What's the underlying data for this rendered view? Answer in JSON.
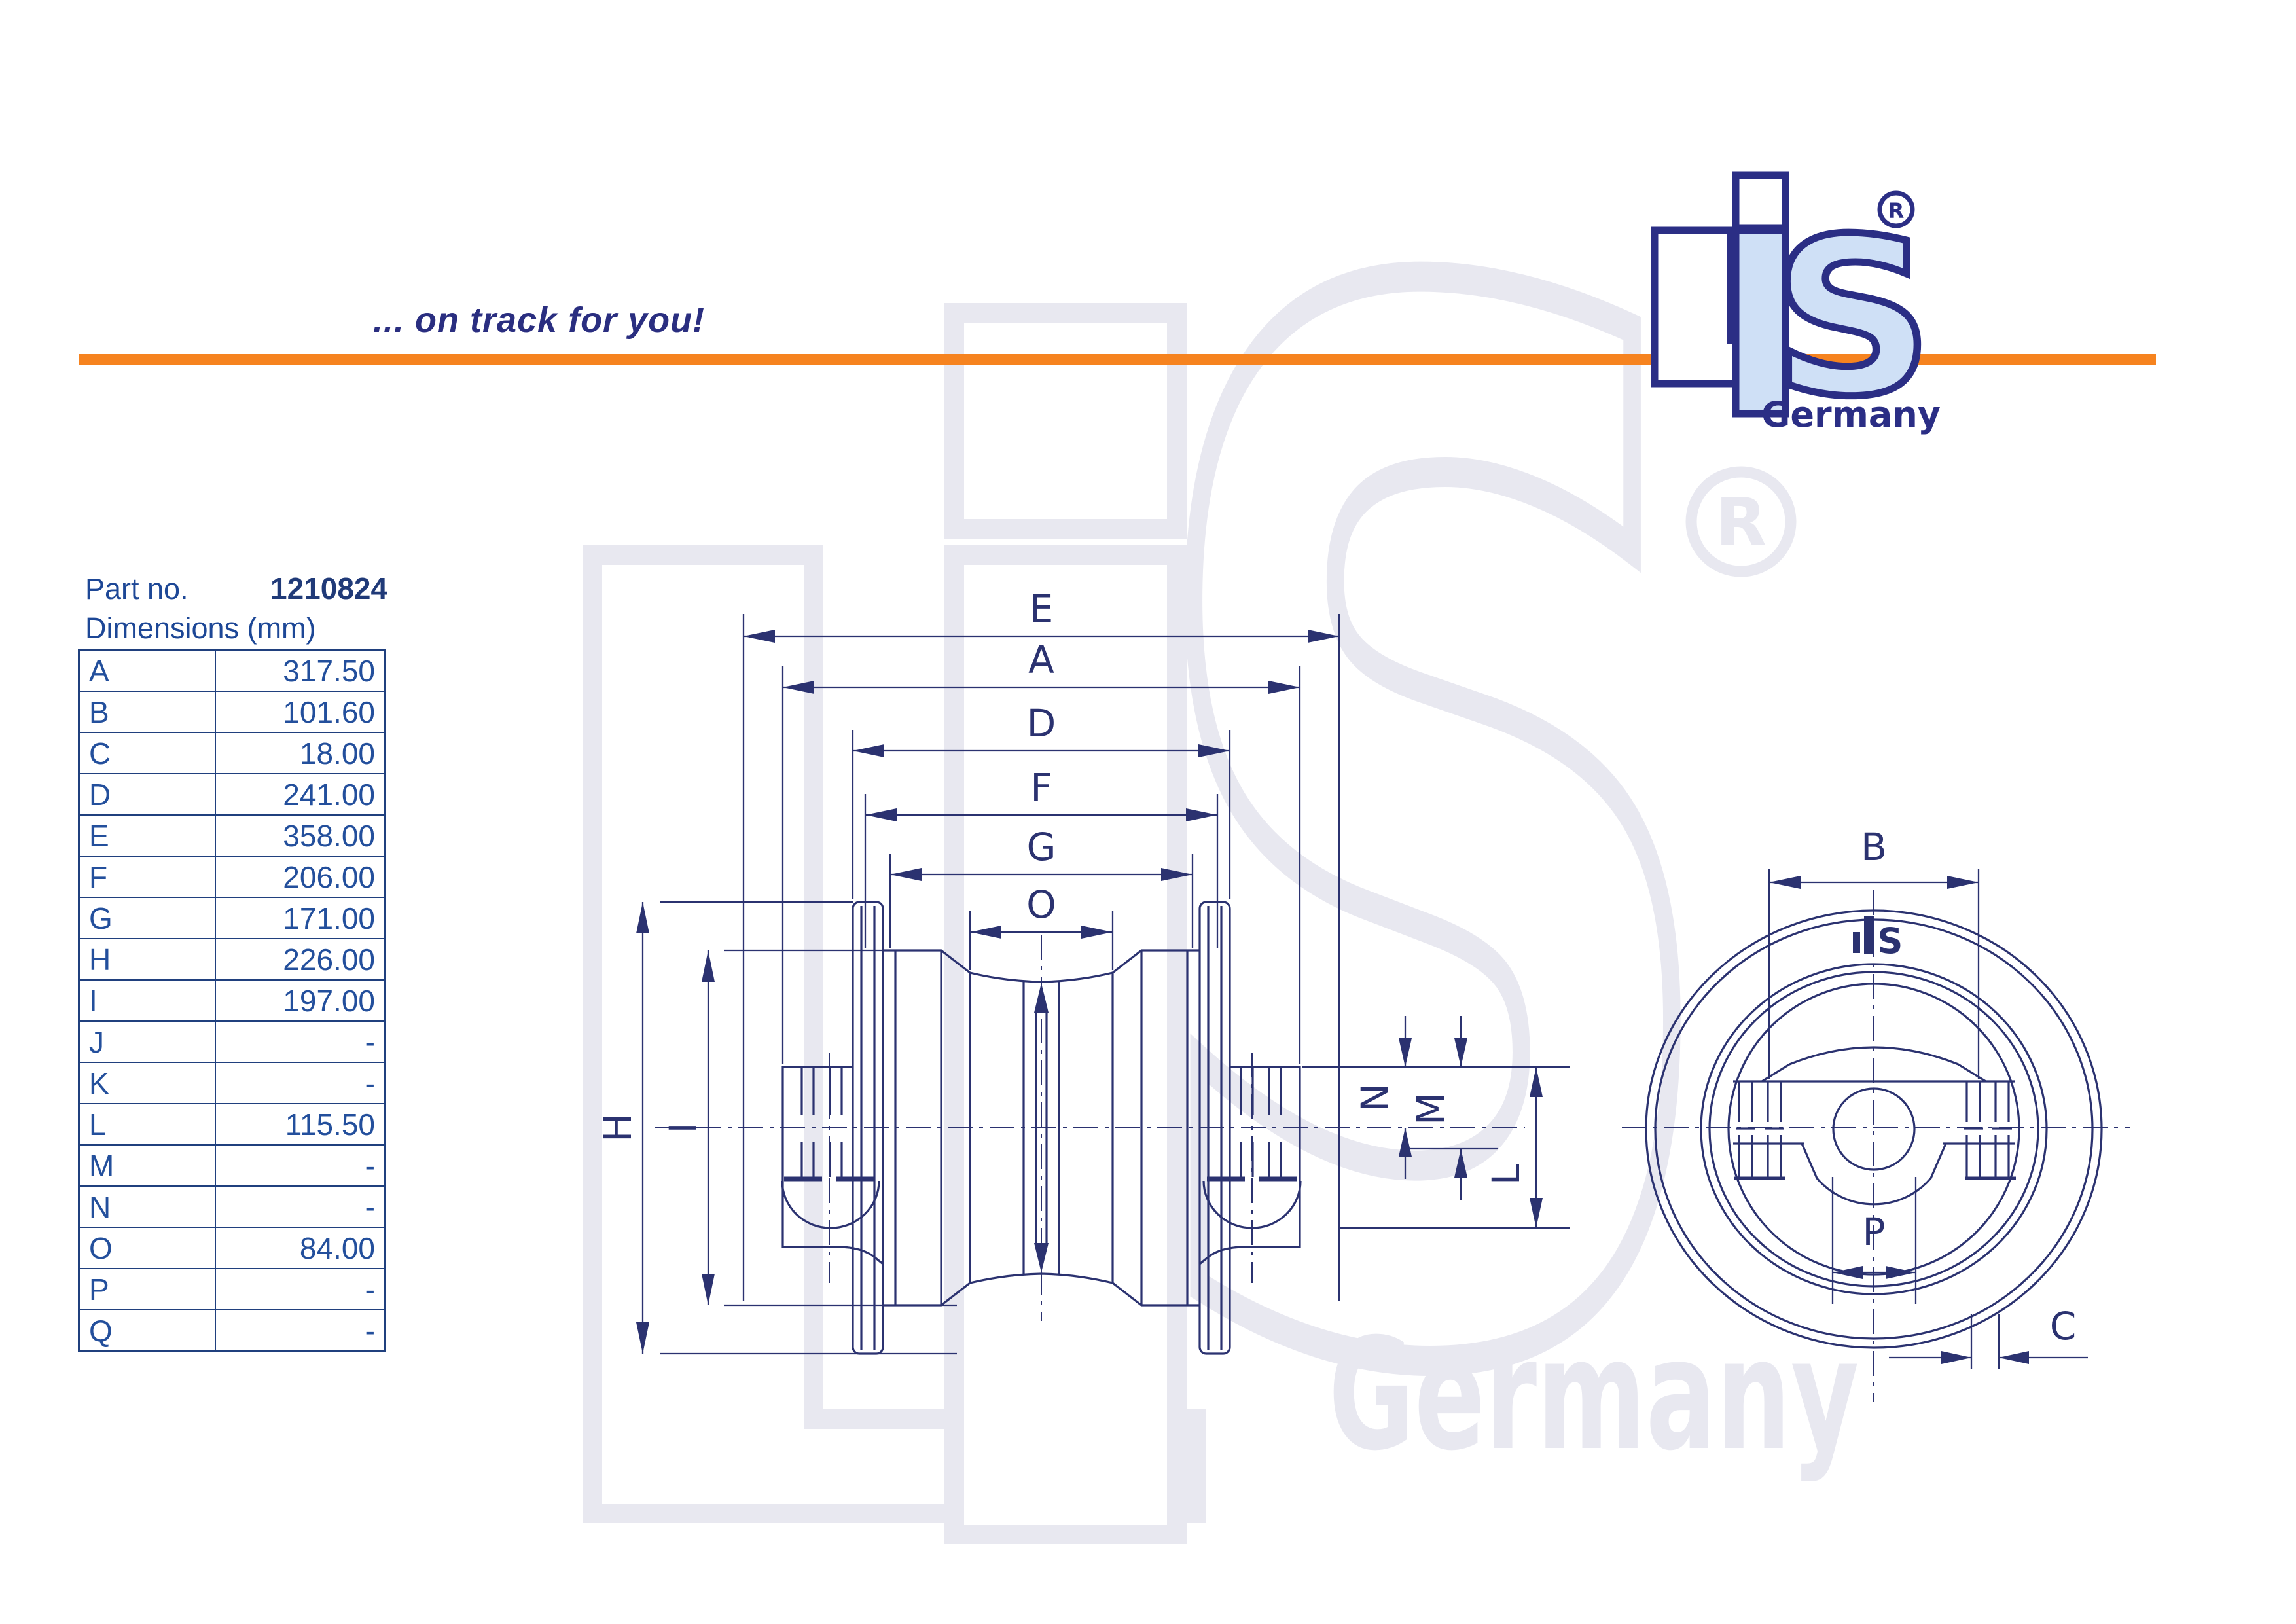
{
  "slogan": "... on track for you!",
  "part": {
    "label": "Part no.",
    "number": "1210824"
  },
  "dimensions": {
    "label": "Dimensions (mm)",
    "rows": [
      {
        "key": "A",
        "value": "317.50"
      },
      {
        "key": "B",
        "value": "101.60"
      },
      {
        "key": "C",
        "value": "18.00"
      },
      {
        "key": "D",
        "value": "241.00"
      },
      {
        "key": "E",
        "value": "358.00"
      },
      {
        "key": "F",
        "value": "206.00"
      },
      {
        "key": "G",
        "value": "171.00"
      },
      {
        "key": "H",
        "value": "226.00"
      },
      {
        "key": "I",
        "value": "197.00"
      },
      {
        "key": "J",
        "value": "-"
      },
      {
        "key": "K",
        "value": "-"
      },
      {
        "key": "L",
        "value": "115.50"
      },
      {
        "key": "M",
        "value": "-"
      },
      {
        "key": "N",
        "value": "-"
      },
      {
        "key": "O",
        "value": "84.00"
      },
      {
        "key": "P",
        "value": "-"
      },
      {
        "key": "Q",
        "value": "-"
      }
    ]
  },
  "drawing": {
    "side_view_labels": {
      "e": "E",
      "a": "A",
      "d": "D",
      "f": "F",
      "g": "G",
      "o": "O",
      "h": "H",
      "i": "I",
      "n": "N",
      "m": "M",
      "l": "L"
    },
    "front_view_labels": {
      "b": "B",
      "p": "P",
      "c": "C"
    },
    "mini_logo_s": "S"
  },
  "logo": {
    "s": "S",
    "germany": "Germany",
    "registered": "R"
  },
  "watermark": {
    "s": "S",
    "germany": "Germany",
    "registered": "R"
  },
  "colors": {
    "line_navy": "#2b3270",
    "logo_navy": "#2b2e85",
    "logo_light_blue": "#cfe0f6",
    "orange": "#f6831f",
    "table_blue": "#234f9c",
    "table_border": "#20407e",
    "watermark_gray": "#e8e8f0"
  }
}
